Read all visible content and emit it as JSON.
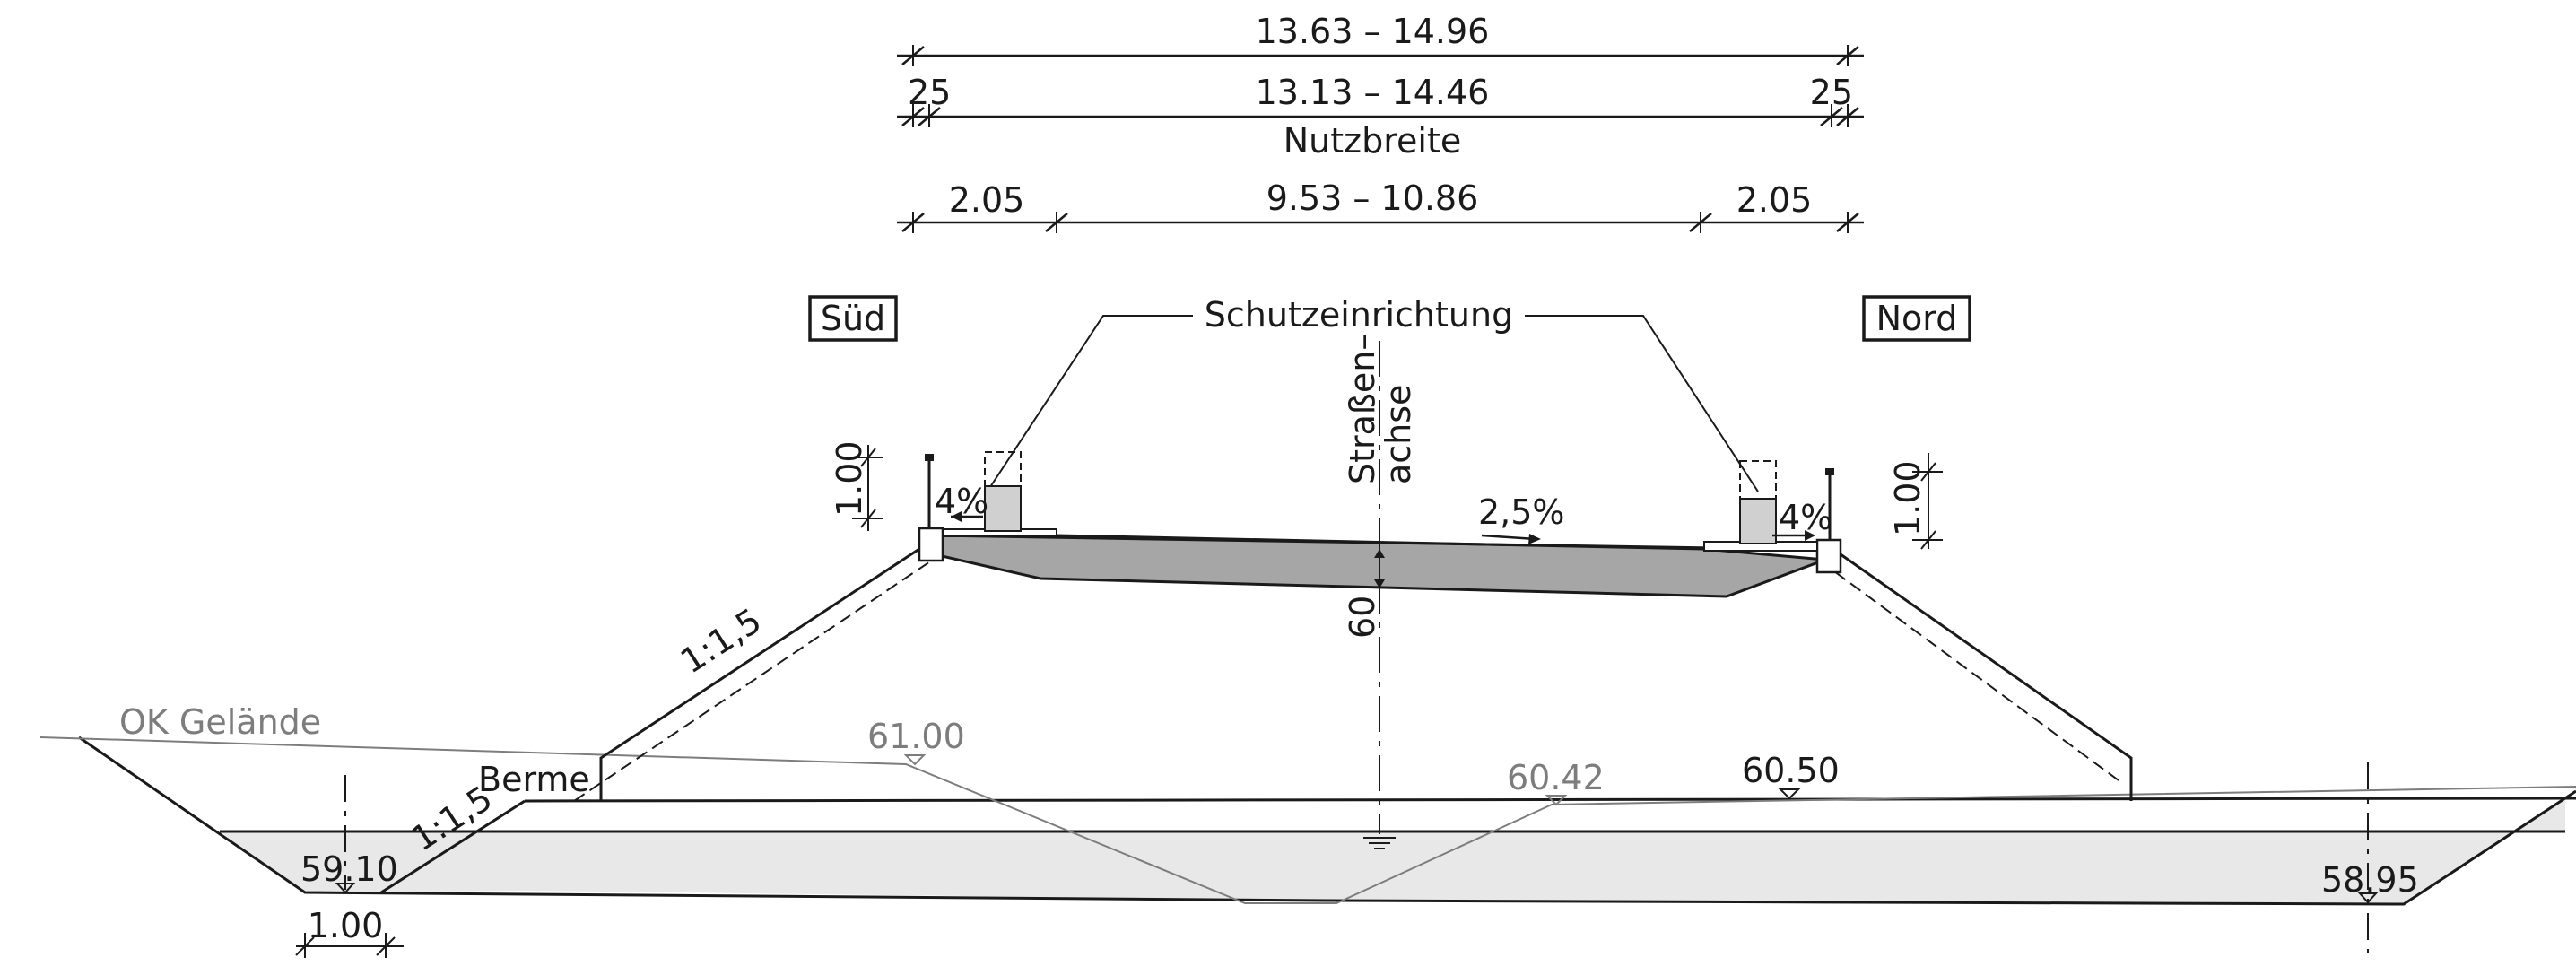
{
  "dimensions": {
    "total_width": "13.63  – 14.96",
    "edge_left": "25",
    "usable_width": "13.13  – 14.46",
    "edge_right": "25",
    "usable_width_label": "Nutzbreite",
    "shoulder_left": "2.05",
    "carriageway": "9.53  – 10.86",
    "shoulder_right": "2.05",
    "barrier_height_left": "1.00",
    "barrier_height_right": "1.00",
    "pavement_thickness": "60",
    "ditch_width": "1.00"
  },
  "labels": {
    "south": "Süd",
    "north": "Nord",
    "barrier": "Schutzeinrichtung",
    "axis_line1": "Straßen–",
    "axis_line2": "achse",
    "berm": "Berme",
    "ground": "OK Gelände",
    "slope_upper": "1:1,5",
    "slope_lower": "1:1,5"
  },
  "slopes": {
    "left_shoulder": "4%",
    "right_shoulder": "4%",
    "carriageway": "2,5%"
  },
  "elevations": {
    "ground_left": "61.00",
    "ground_right": "60.42",
    "berm_level": "60.50",
    "ditch_left": "59.10",
    "ditch_right": "58.95"
  },
  "colors": {
    "line": "#1a1a1a",
    "pavement": "#a6a6a6",
    "subgrade": "#e8e8e8",
    "ground_line": "#7d7d7d"
  }
}
